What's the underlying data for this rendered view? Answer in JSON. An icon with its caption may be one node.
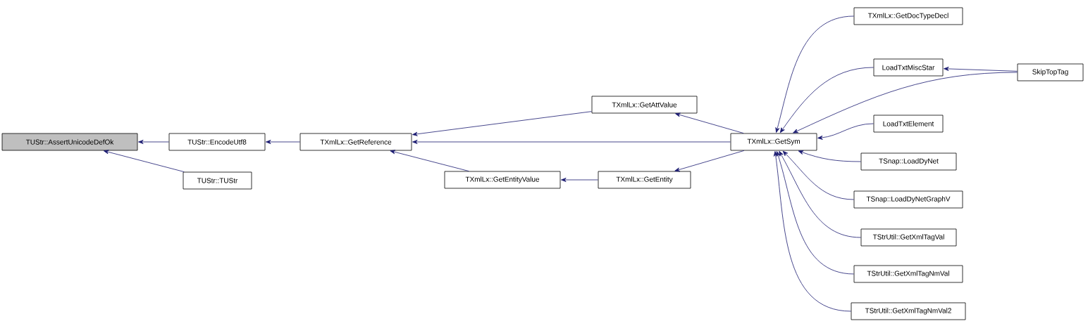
{
  "diagram": {
    "nodes": [
      {
        "text": [
          "TUStr::AssertUnicodeDefOk"
        ]
      },
      {
        "text": [
          "TUStr::EncodeUtf8"
        ]
      },
      {
        "text": [
          "TUStr::TUStr"
        ]
      },
      {
        "text": [
          "TXmlLx::GetReference"
        ]
      },
      {
        "text": [
          "TXmlLx::GetAttValue"
        ]
      },
      {
        "text": [
          "TXmlLx::GetEntityValue"
        ]
      },
      {
        "text": [
          "TXmlLx::GetEntity"
        ]
      },
      {
        "text": [
          "TXmlLx::GetSym"
        ]
      },
      {
        "text": [
          "TXmlLx::GetDocTypeDecl"
        ]
      },
      {
        "text": [
          "LoadTxtMiscStar"
        ]
      },
      {
        "text": [
          "SkipTopTag"
        ]
      },
      {
        "text": [
          "LoadTxtElement"
        ]
      },
      {
        "text": [
          "TSnap::LoadDyNet"
        ]
      },
      {
        "text": [
          "TSnap::LoadDyNetGraphV"
        ]
      },
      {
        "text": [
          "TStrUtil::GetXmlTagVal"
        ]
      },
      {
        "text": [
          "TStrUtil::GetXmlTagNmVal"
        ]
      },
      {
        "text": [
          "TStrUtil::GetXmlTagNmVal2"
        ]
      }
    ],
    "edges": [
      {
        "from": 1,
        "to": 0,
        "arrow": "to"
      },
      {
        "from": 2,
        "to": 0,
        "arrow": "to"
      },
      {
        "from": 3,
        "to": 1,
        "arrow": "to"
      },
      {
        "from": 4,
        "to": 3,
        "arrow": "to"
      },
      {
        "from": 7,
        "to": 3,
        "arrow": "to"
      },
      {
        "from": 5,
        "to": 3,
        "arrow": "to"
      },
      {
        "from": 7,
        "to": 4,
        "arrow": "to"
      },
      {
        "from": 6,
        "to": 5,
        "arrow": "to"
      },
      {
        "from": 7,
        "to": 6,
        "arrow": "to"
      },
      {
        "from": 8,
        "to": 7,
        "arrow": "to"
      },
      {
        "from": 9,
        "to": 7,
        "arrow": "to"
      },
      {
        "from": 10,
        "to": 7,
        "arrow": "to"
      },
      {
        "from": 11,
        "to": 7,
        "arrow": "to"
      },
      {
        "from": 12,
        "to": 7,
        "arrow": "to"
      },
      {
        "from": 13,
        "to": 7,
        "arrow": "to"
      },
      {
        "from": 14,
        "to": 7,
        "arrow": "to"
      },
      {
        "from": 15,
        "to": 7,
        "arrow": "to"
      },
      {
        "from": 16,
        "to": 7,
        "arrow": "to"
      },
      {
        "from": 10,
        "to": 9,
        "arrow": "to"
      }
    ]
  }
}
